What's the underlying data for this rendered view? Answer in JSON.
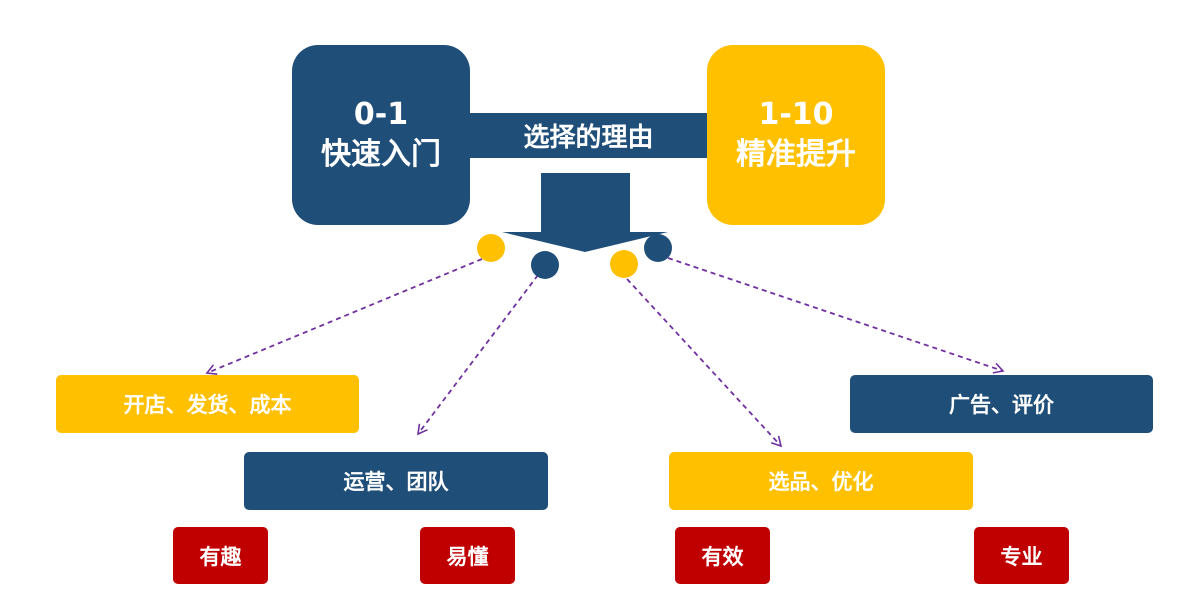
{
  "left_box": {
    "line1": "0-1",
    "line2": "快速入门"
  },
  "right_box": {
    "line1": "1-10",
    "line2": "精准提升"
  },
  "center_label": "选择的理由",
  "categories": {
    "shop": "开店、发货、成本",
    "ops": "运营、团队",
    "product": "选品、优化",
    "ads": "广告、评价"
  },
  "tags": {
    "fun": "有趣",
    "easy": "易懂",
    "effective": "有效",
    "pro": "专业"
  },
  "colors": {
    "navy": "#1f4e79",
    "gold": "#ffc000",
    "red": "#c00000",
    "dash": "#7030a0"
  }
}
